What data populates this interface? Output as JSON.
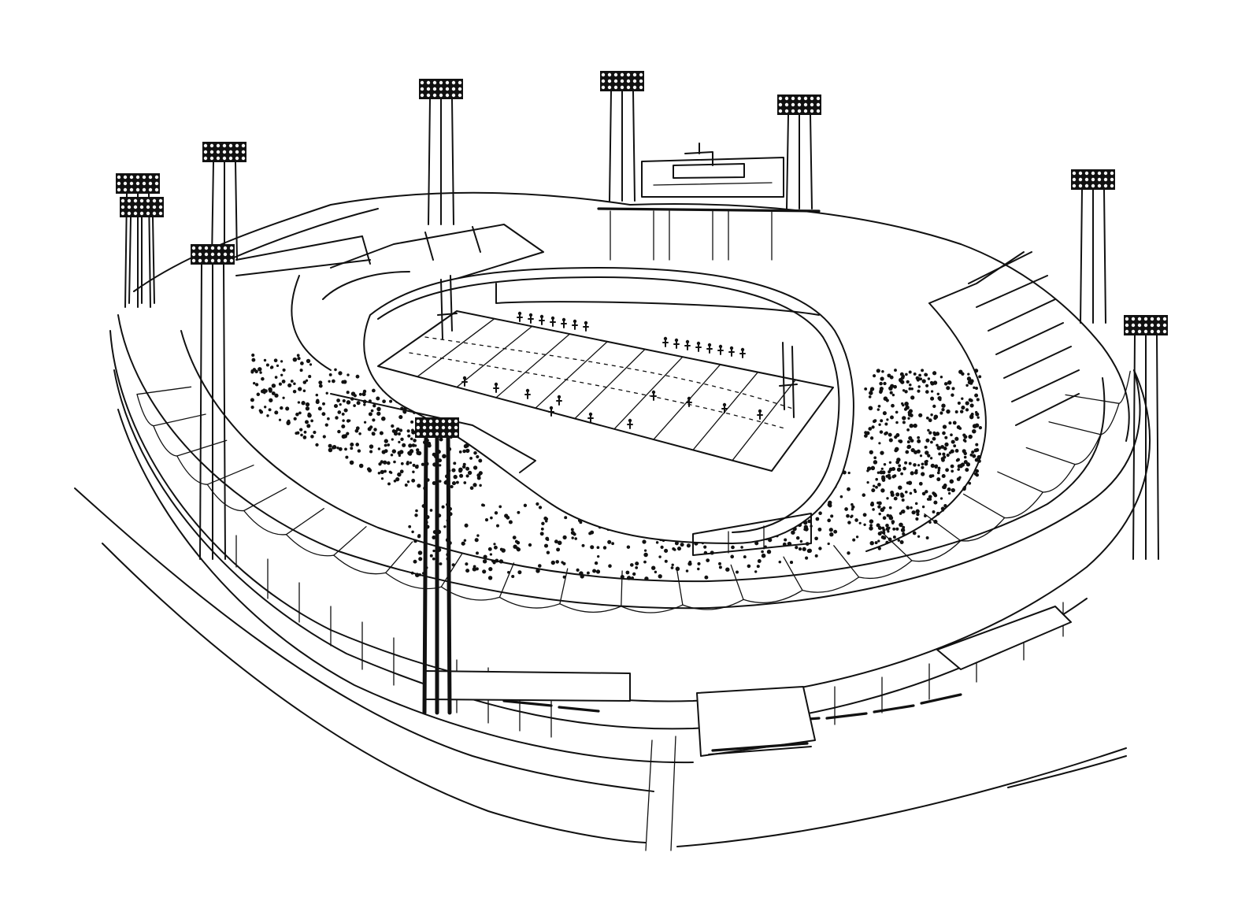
{
  "drawing": {
    "subject": "stadium",
    "style": "black-ink line drawing",
    "background_color": "#ffffff",
    "ink_color": "#111111",
    "floodlight_towers": 10,
    "field": {
      "type": "gridiron football field",
      "goalposts": 2,
      "yard_lines": 9
    }
  }
}
